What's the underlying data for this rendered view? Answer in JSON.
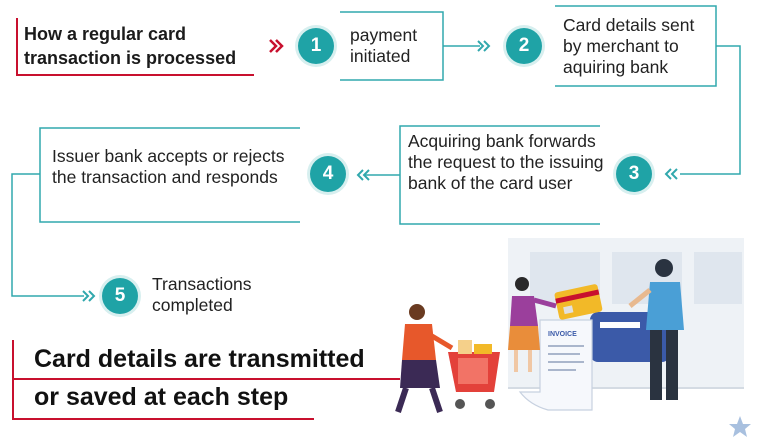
{
  "title": "How a regular card transaction is processed",
  "steps": [
    {
      "number": "1",
      "text": "payment initiated"
    },
    {
      "number": "2",
      "text": "Card details sent by merchant to aquiring bank"
    },
    {
      "number": "3",
      "text": "Acquiring bank forwards the request to the issuing bank of the card user"
    },
    {
      "number": "4",
      "text": "Issuer bank accepts or rejects the transaction and responds"
    },
    {
      "number": "5",
      "text": "Transactions completed"
    }
  ],
  "banner": {
    "line1": "Card details are transmitted",
    "line2": "or saved at each step"
  },
  "illustration": {
    "invoice_label": "INVOICE"
  },
  "colors": {
    "accent_red": "#c8102e",
    "teal": "#1fa3a6",
    "connector": "#31a8ad"
  }
}
